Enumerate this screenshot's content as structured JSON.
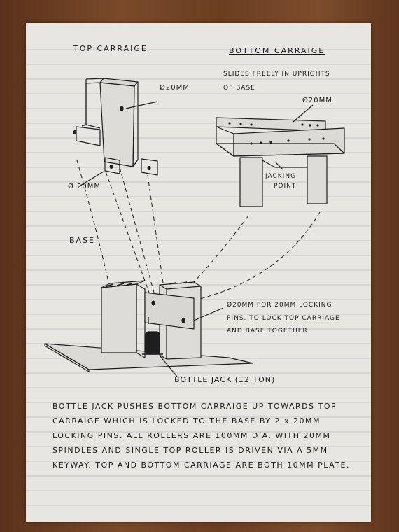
{
  "headings": {
    "top_carriage": "TOP CARRAIGE",
    "bottom_carriage": "BOTTOM CARRAIGE",
    "base": "BASE"
  },
  "labels": {
    "top_hole_dia": "Ø20MM",
    "top_tab_dia": "Ø 20MM",
    "slides_note_line1": "SLIDES FREELY IN UPRIGHTS",
    "slides_note_line2": "OF BASE",
    "bottom_dia": "Ø20MM",
    "jacking_point_line1": "JACKING",
    "jacking_point_line2": "POINT",
    "locking_line1": "Ø20MM FOR 20MM LOCKING",
    "locking_line2": "PINS. TO LOCK TOP CARRIAGE",
    "locking_line3": "AND BASE TOGETHER",
    "bottle_jack": "BOTTLE JACK (12 TON)"
  },
  "notes": {
    "paragraph": "BOTTLE JACK PUSHES BOTTOM CARRAIGE UP TOWARDS TOP CARRAIGE WHICH IS LOCKED TO THE BASE BY 2 x 20MM LOCKING PINS. ALL ROLLERS ARE 100MM DIA. WITH 20MM SPINDLES AND SINGLE TOP ROLLER IS DRIVEN VIA A 5MM KEYWAY. TOP AND BOTTOM CARRIAGE ARE BOTH 10MM PLATE."
  }
}
